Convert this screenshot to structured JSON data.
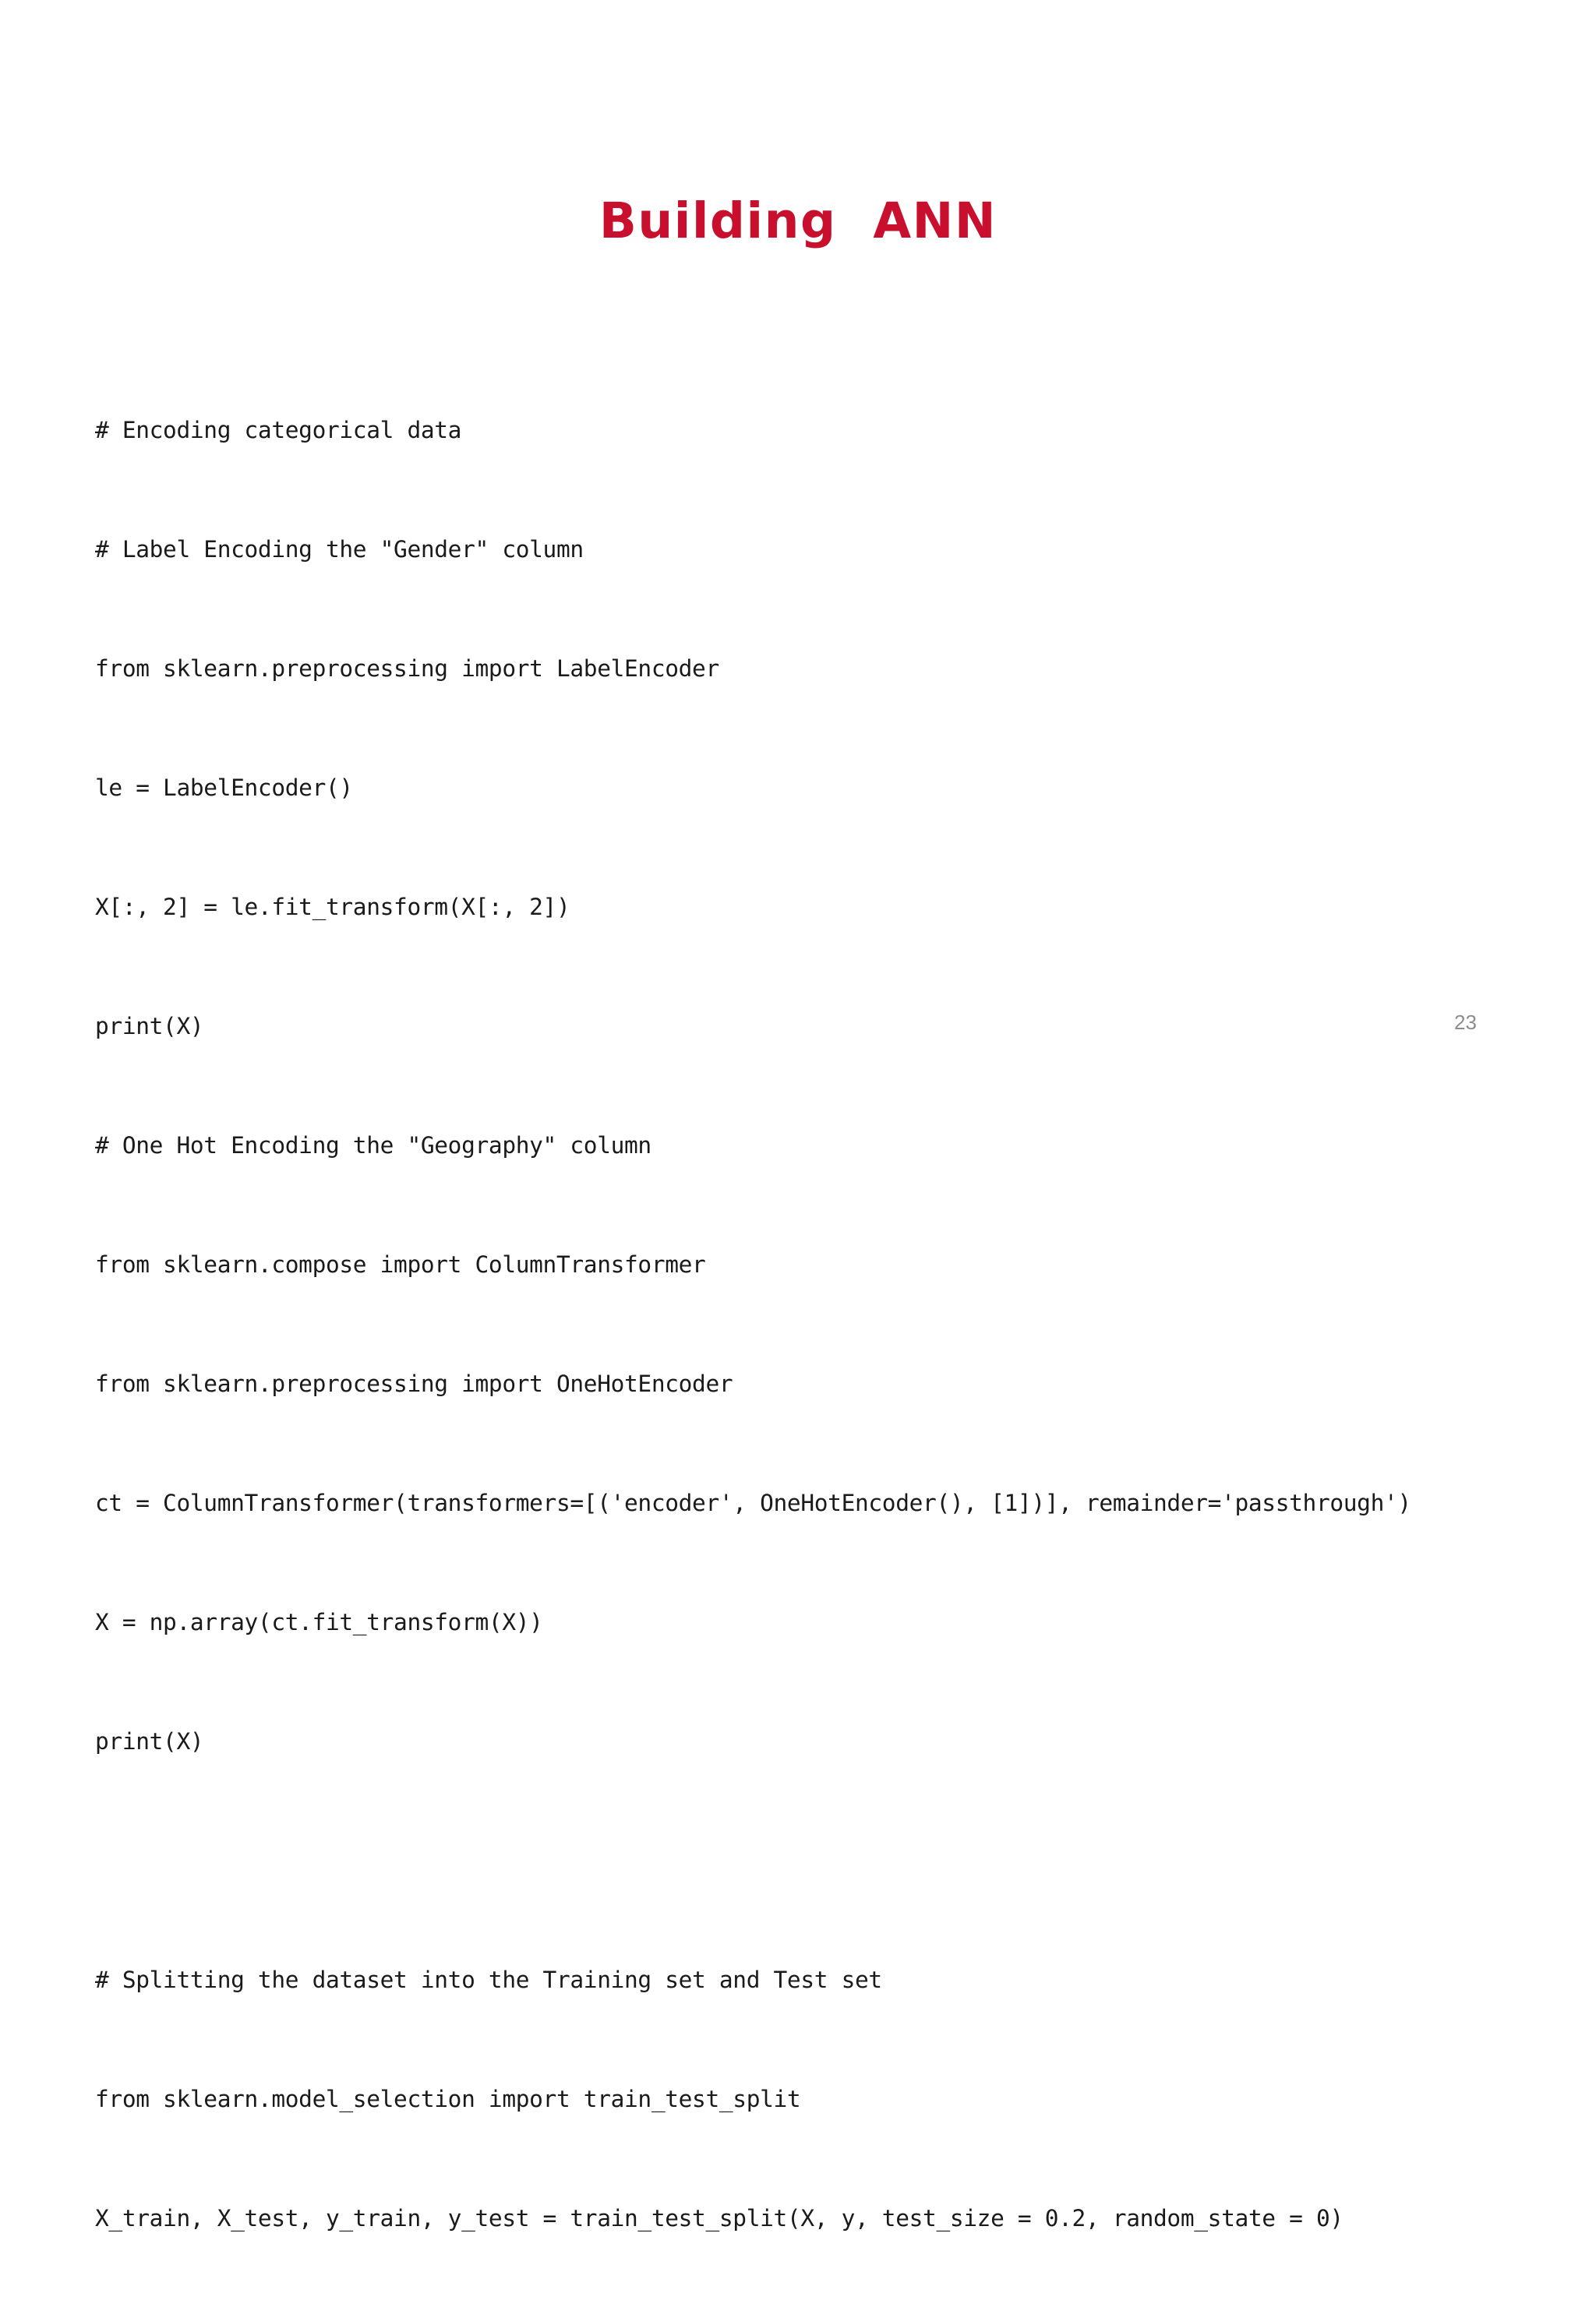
{
  "slide": {
    "title": "Building  ANN",
    "title_color": "#C8102E",
    "background_color": "#FFFFFF",
    "page_number": "23",
    "page_number_color": "#8C8C8C",
    "code_color": "#1A1A1A"
  },
  "code": {
    "lines": [
      "# Encoding categorical data",
      "# Label Encoding the \"Gender\" column",
      "from sklearn.preprocessing import LabelEncoder",
      "le = LabelEncoder()",
      "X[:, 2] = le.fit_transform(X[:, 2])",
      "print(X)",
      "# One Hot Encoding the \"Geography\" column",
      "from sklearn.compose import ColumnTransformer",
      "from sklearn.preprocessing import OneHotEncoder",
      "ct = ColumnTransformer(transformers=[('encoder', OneHotEncoder(), [1])], remainder='passthrough')",
      "X = np.array(ct.fit_transform(X))",
      "print(X)",
      "",
      "# Splitting the dataset into the Training set and Test set",
      "from sklearn.model_selection import train_test_split",
      "X_train, X_test, y_train, y_test = train_test_split(X, y, test_size = 0.2, random_state = 0)"
    ]
  }
}
